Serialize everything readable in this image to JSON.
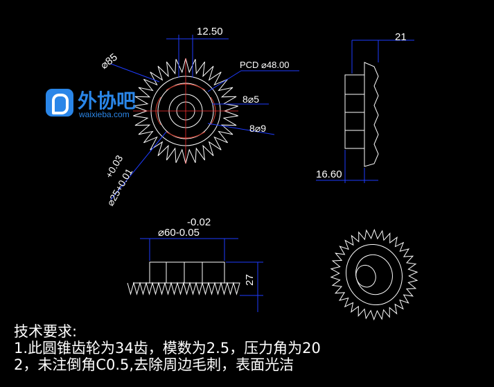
{
  "watermark": {
    "cn": "外协吧",
    "en": "waixieba.com"
  },
  "dimensions": {
    "d_12_50": "12.50",
    "d_phi85": "⌀85",
    "d_pcd": "PCD ⌀48.00",
    "d_8phi5": "8⌀5",
    "d_8phi9": "8⌀9",
    "d_tol_up": "+0.03",
    "d_phi25": "⌀25+0.01",
    "d_21": "21",
    "d_16_60": "16.60",
    "d_tol_neg": "-0.02",
    "d_phi60": "⌀60-0.05",
    "d_27": "27"
  },
  "notes": {
    "title": "技术要求:",
    "line1": "1.此圆锥齿轮为34齿，模数为2.5，压力角为20",
    "line2": "2，未注倒角C0.5,去除周边毛刺，表面光洁"
  },
  "colors": {
    "background": "#000000",
    "lines": "#ffffff",
    "dimension": "#1e3cff",
    "hatch": "#c0392b",
    "center": "#ff3030",
    "logo": "#2a86e8"
  }
}
